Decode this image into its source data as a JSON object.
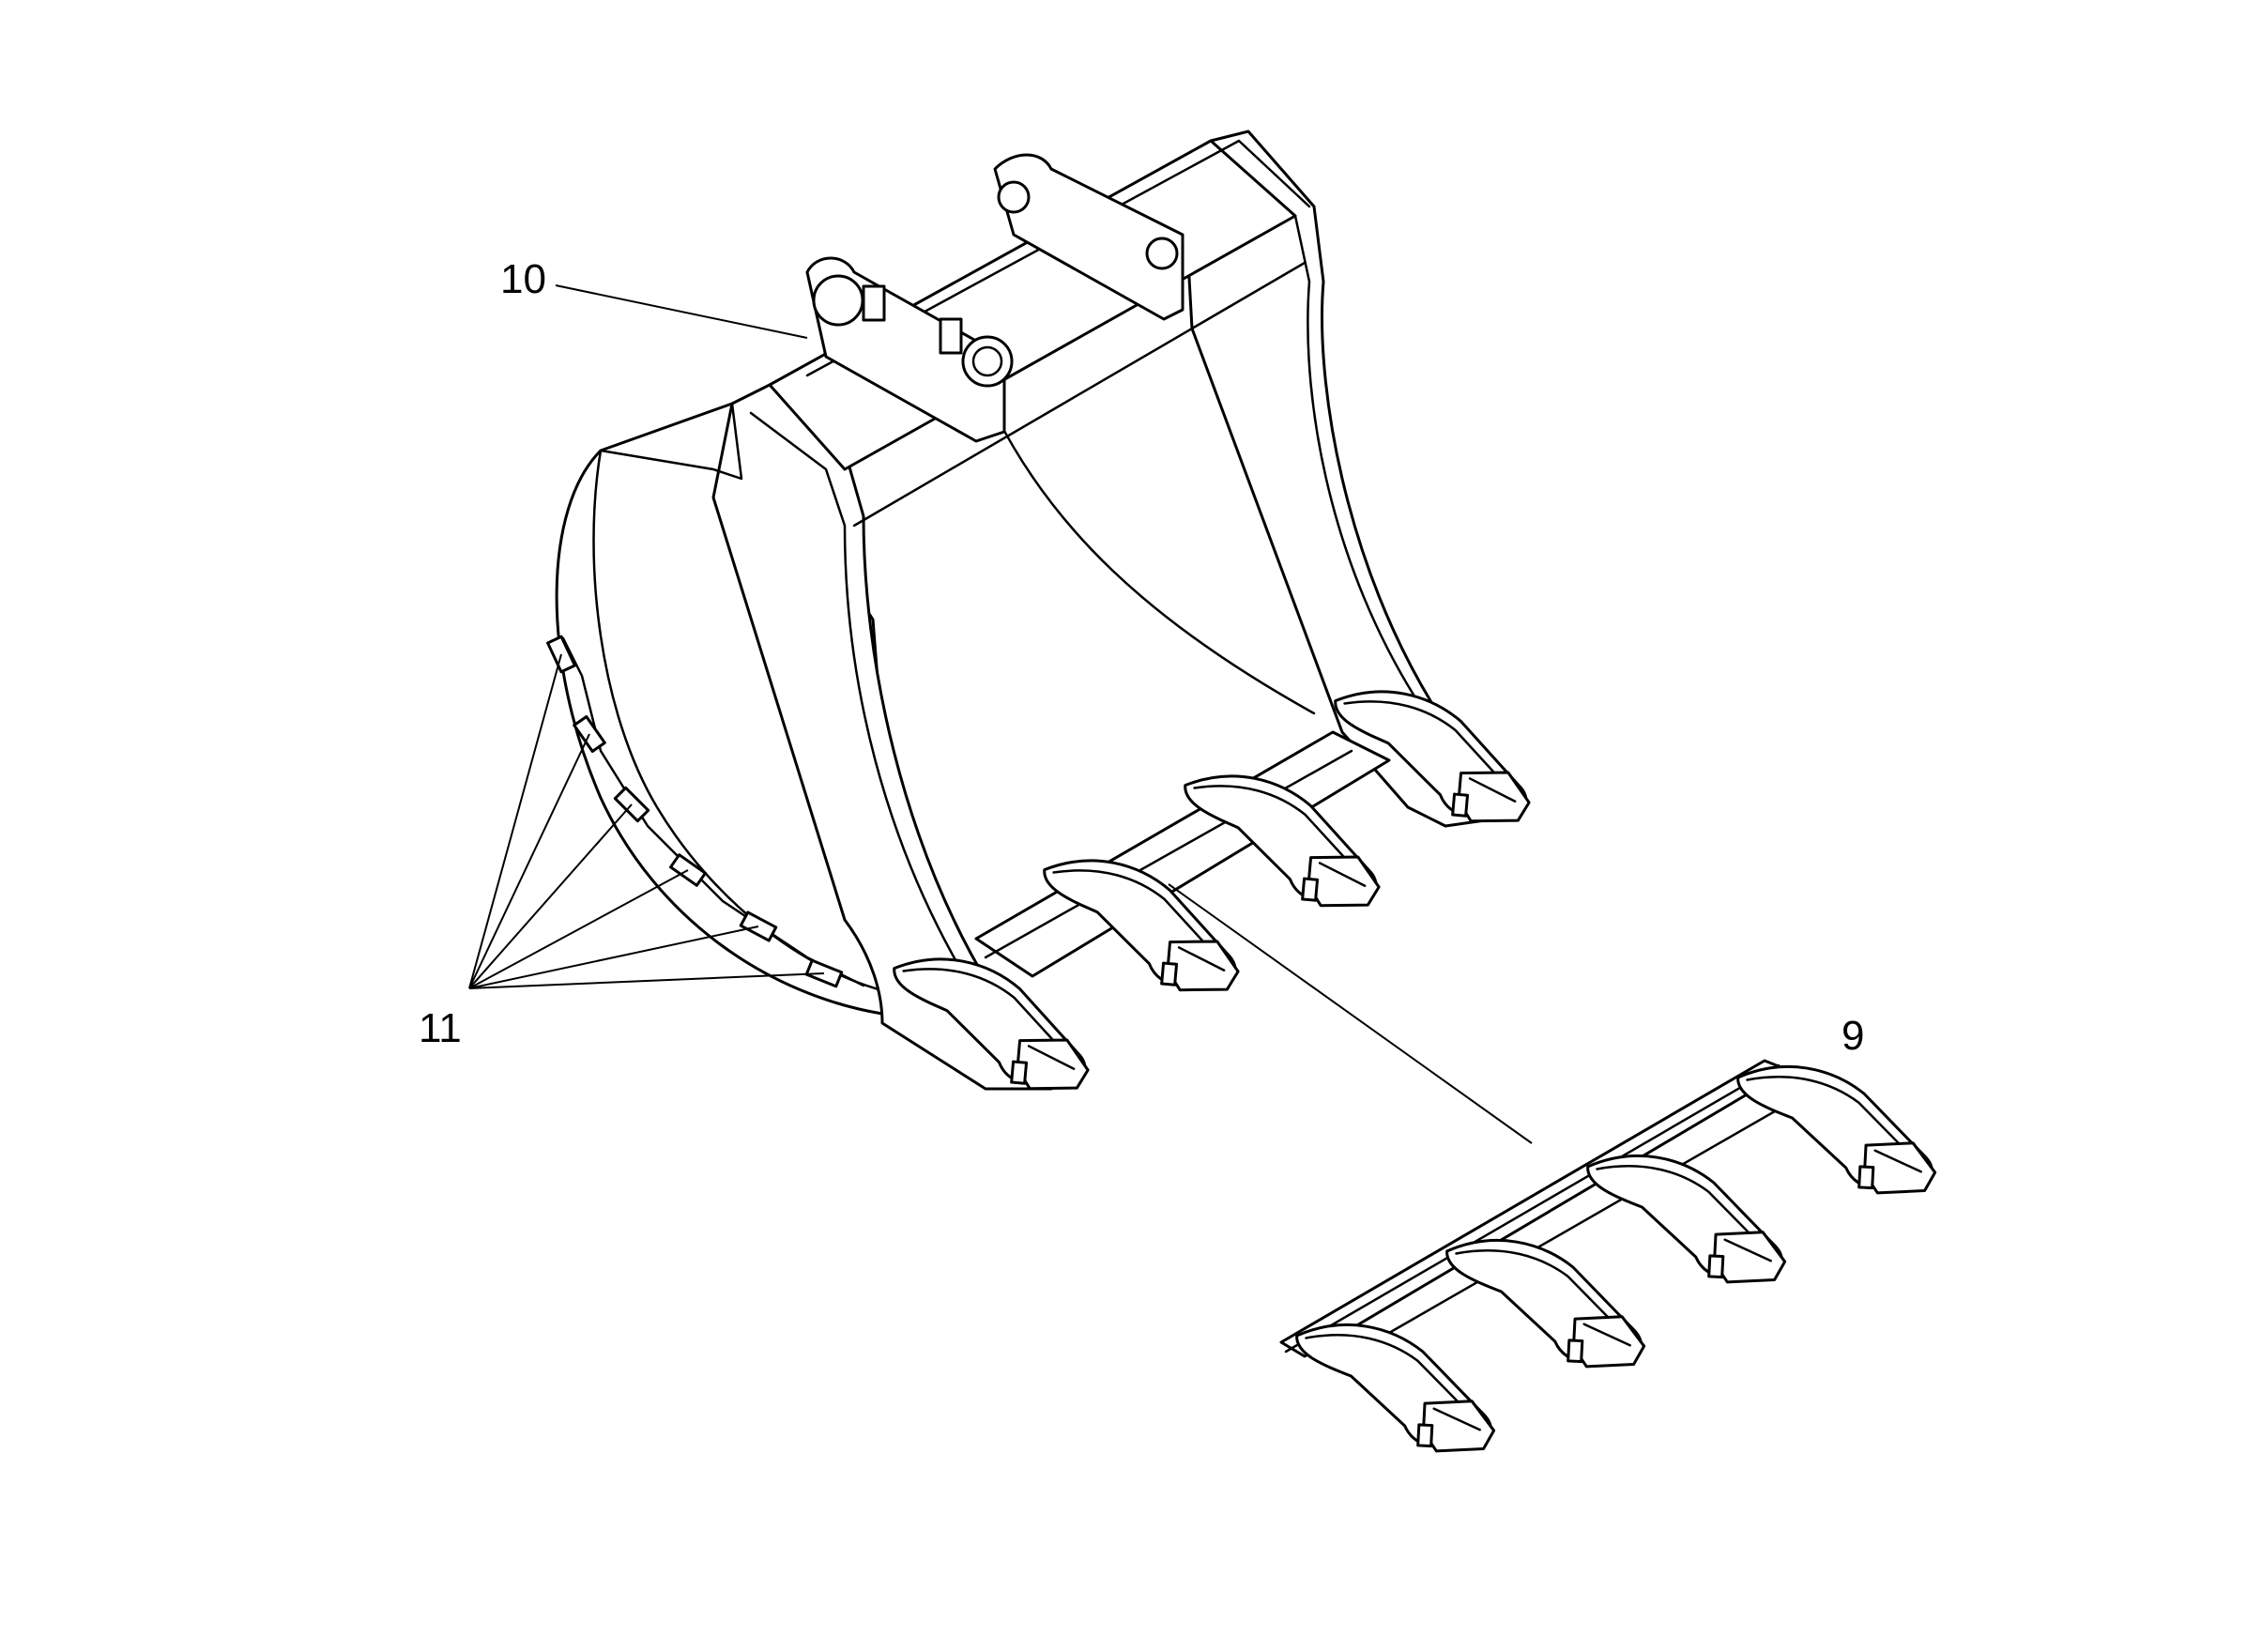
{
  "callouts": {
    "bucket": "10",
    "side_cutters": "11",
    "tooth_adapter_assembly": "9"
  },
  "colors": {
    "line": "#000000",
    "background": "#ffffff"
  }
}
